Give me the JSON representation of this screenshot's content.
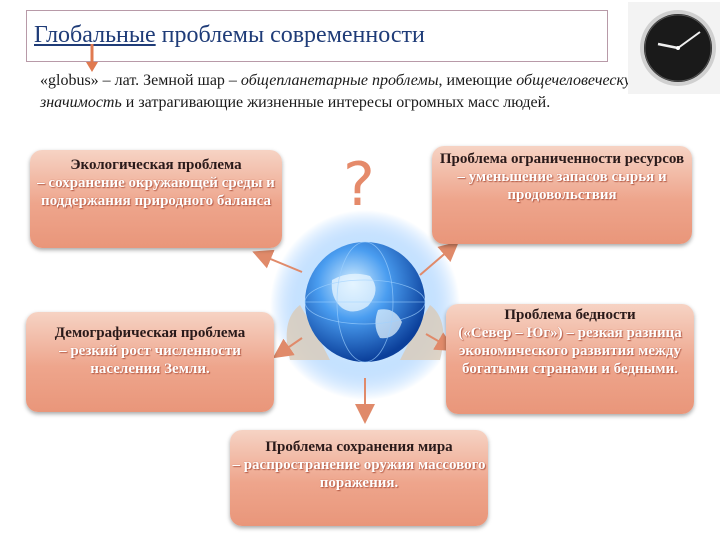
{
  "title": {
    "underlined": "Глобальные",
    "rest": " проблемы современности"
  },
  "intro": {
    "p1": "«globus» – лат. Земной шар – ",
    "p2": "общепланетарные проблемы",
    "p3": ", имеющие ",
    "p4": "общечеловеческую значимость",
    "p5": " и затрагивающие жизненные интересы огромных масс людей."
  },
  "qmark": "?",
  "boxes": {
    "ecology": {
      "head": "Экологическая проблема",
      "sub": "– сохранение окружающей среды и поддержания природного баланса"
    },
    "resources": {
      "head": "Проблема ограниченности ресурсов",
      "sub": "– уменьшение запасов сырья и продовольствия"
    },
    "demography": {
      "head": "Демографическая проблема",
      "sub": "– резкий рост численности населения Земли."
    },
    "poverty": {
      "head": "Проблема бедности",
      "sub": "(«Север – Юг») – резкая разница экономического развития между богатыми странами и бедными."
    },
    "peace": {
      "head": "Проблема сохранения мира",
      "sub": "– распространение оружия массового поражения."
    }
  },
  "colors": {
    "title": "#1f3c78",
    "box": "#eea58c",
    "arrow": "#e08a6a"
  }
}
